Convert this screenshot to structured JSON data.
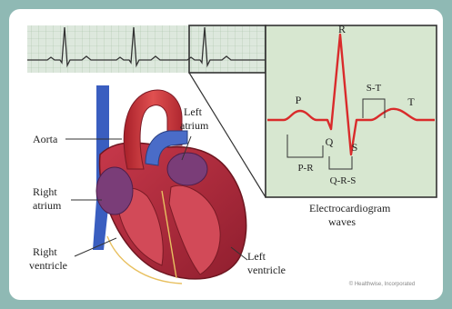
{
  "labels": {
    "aorta": "Aorta",
    "left_atrium_1": "Left",
    "left_atrium_2": "atrium",
    "right_atrium_1": "Right",
    "right_atrium_2": "atrium",
    "right_ventricle_1": "Right",
    "right_ventricle_2": "ventricle",
    "left_ventricle_1": "Left",
    "left_ventricle_2": "ventricle"
  },
  "ecg": {
    "p": "P",
    "r": "R",
    "q": "Q",
    "s": "S",
    "t": "T",
    "st": "S-T",
    "pr": "P-R",
    "qrs": "Q-R-S",
    "caption_1": "Electrocardiogram",
    "caption_2": "waves"
  },
  "credit": "© Healthwise, Incorporated",
  "colors": {
    "background": "#8fb9b4",
    "strip_fill": "#dde8dd",
    "zoom_fill": "#d7e7d0",
    "trace": "#d92b2b",
    "artery": "#c52a2a",
    "vein": "#3a5ec0",
    "muscle": "#b3273a",
    "atrium": "#7a3d78"
  },
  "icons": [
    "heart-illustration",
    "ecg-strip",
    "ecg-waveform"
  ]
}
